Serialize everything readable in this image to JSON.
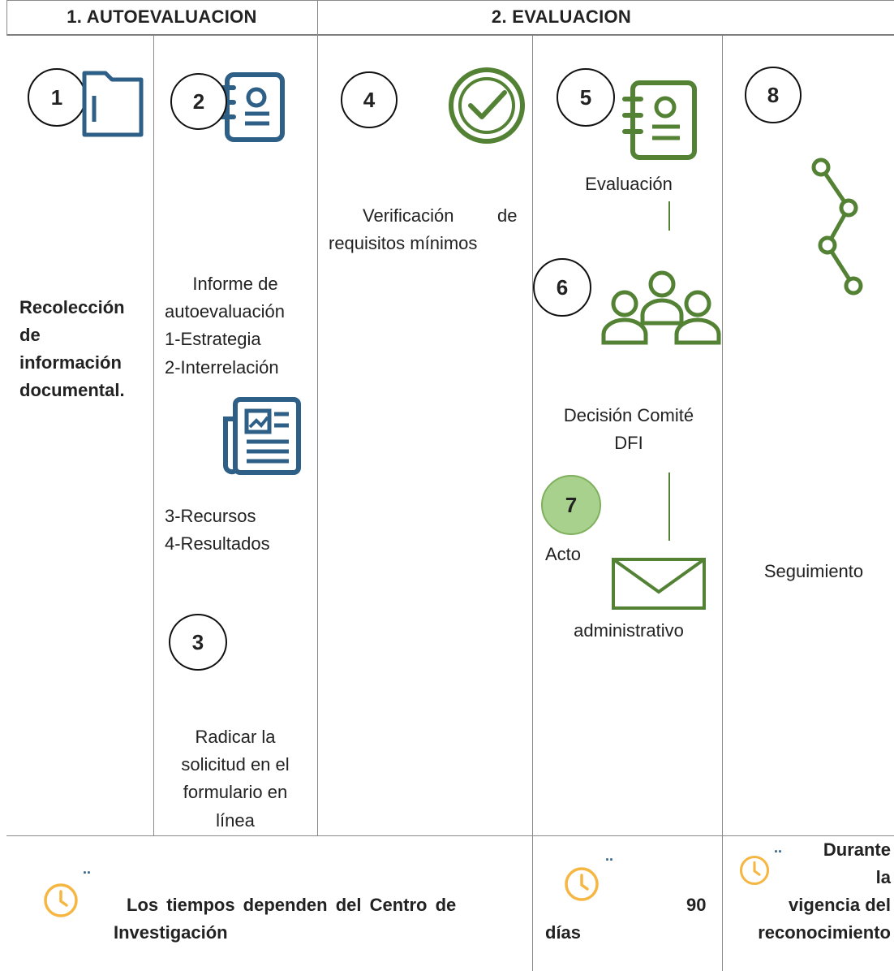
{
  "headers": {
    "phase1": "1.   AUTOEVALUACION",
    "phase2": "2.   EVALUACION"
  },
  "steps": {
    "s1": "1",
    "s2": "2",
    "s3": "3",
    "s4": "4",
    "s5": "5",
    "s6": "6",
    "s7": "7",
    "s8": "8"
  },
  "col1": {
    "line1": "Recolección",
    "line2": "de",
    "line3": "información",
    "line4": "documental."
  },
  "col2": {
    "informe_l1": "Informe de",
    "informe_l2": "autoevaluación",
    "item1": "1-Estrategia",
    "item2": "2-Interrelación",
    "item3": "3-Recursos",
    "item4": "4-Resultados",
    "radicar_l1": "Radicar la",
    "radicar_l2": "solicitud en el",
    "radicar_l3": "formulario en",
    "radicar_l4": "línea"
  },
  "col3": {
    "verif_w1": "Verificación",
    "verif_w2": "de",
    "verif_l2": "requisitos mínimos"
  },
  "col4": {
    "evaluacion": "Evaluación",
    "decision_l1": "Decisión Comité",
    "decision_l2": "DFI",
    "acto": "Acto",
    "administrativo": "administrativo"
  },
  "col5": {
    "seguimiento": "Seguimiento"
  },
  "footer": {
    "dots": "..",
    "tiempos_l1": "Los tiempos dependen del Centro de",
    "tiempos_l2": "Investigación",
    "dias_num": "90",
    "dias_label": "días",
    "vig_l1": "Durante",
    "vig_l2": "la",
    "vig_l3": "vigencia del",
    "vig_l4": "reconocimiento"
  },
  "colors": {
    "blue_icon": "#2e5f86",
    "green_icon": "#548235",
    "step7_fill": "#a9d18e",
    "clock": "#f5b642"
  }
}
